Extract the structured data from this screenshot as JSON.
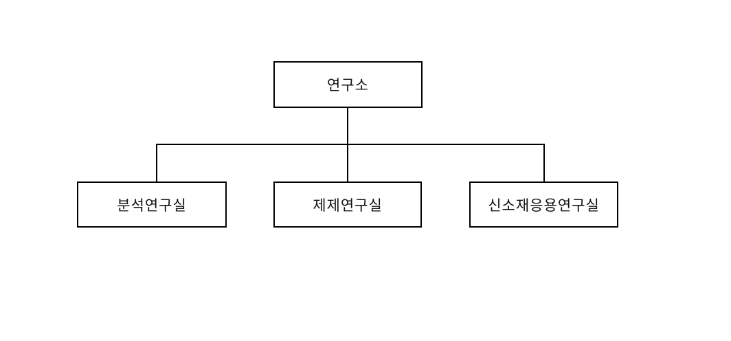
{
  "diagram": {
    "type": "org-chart",
    "background_color": "#ffffff",
    "line_color": "#000000",
    "box_border_color": "#000000",
    "text_color": "#111111",
    "root": {
      "label": "연구소"
    },
    "children": [
      {
        "label": "분석연구실"
      },
      {
        "label": "제제연구실"
      },
      {
        "label": "신소재응용연구실"
      }
    ],
    "edges": [
      {
        "from": "연구소",
        "to": "분석연구실"
      },
      {
        "from": "연구소",
        "to": "제제연구실"
      },
      {
        "from": "연구소",
        "to": "신소재응용연구실"
      }
    ]
  }
}
